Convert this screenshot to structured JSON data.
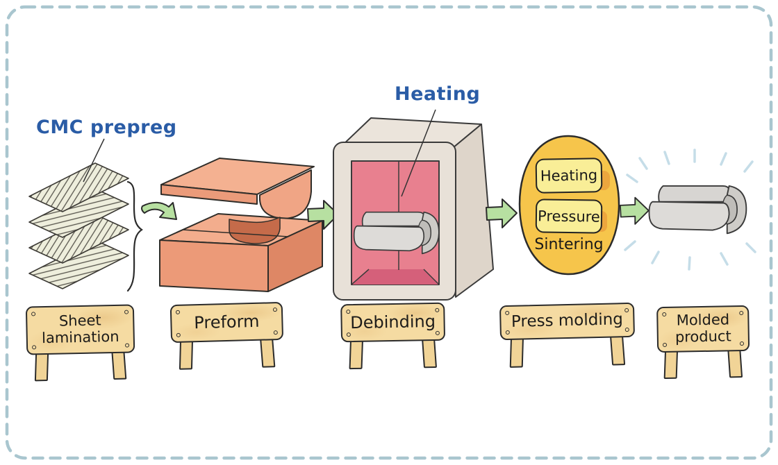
{
  "diagram": {
    "type": "process-flow",
    "subject": "ceramic matrix composite press molding process",
    "callouts": {
      "prepreg": "CMC prepreg",
      "furnace": "Heating"
    },
    "stages": [
      {
        "sign": "Sheet lamination"
      },
      {
        "sign": "Preform"
      },
      {
        "sign": "Debinding"
      },
      {
        "sign": "Press molding",
        "badges": [
          "Heating",
          "Pressure"
        ],
        "note": "Sintering"
      },
      {
        "sign": "Molded product"
      }
    ]
  },
  "colors": {
    "callout_blue": "#2a5ca6",
    "arrow_green": "#b7e0a1",
    "sign_tan": "#f5dba2",
    "sheet_cream": "#eeeedc",
    "mold_salmon": "#f3ad8d",
    "mold_groove": "#c56b4a",
    "furnace_beige": "#e8e1d8",
    "furnace_pink": "#e8808f",
    "oval_yellow": "#f6c54b",
    "badge_yellow": "#f9ee97",
    "part_gray": "#d9d7d4",
    "sparkle_blue": "#c5dde8",
    "border_dash": "#a9c6cf"
  }
}
